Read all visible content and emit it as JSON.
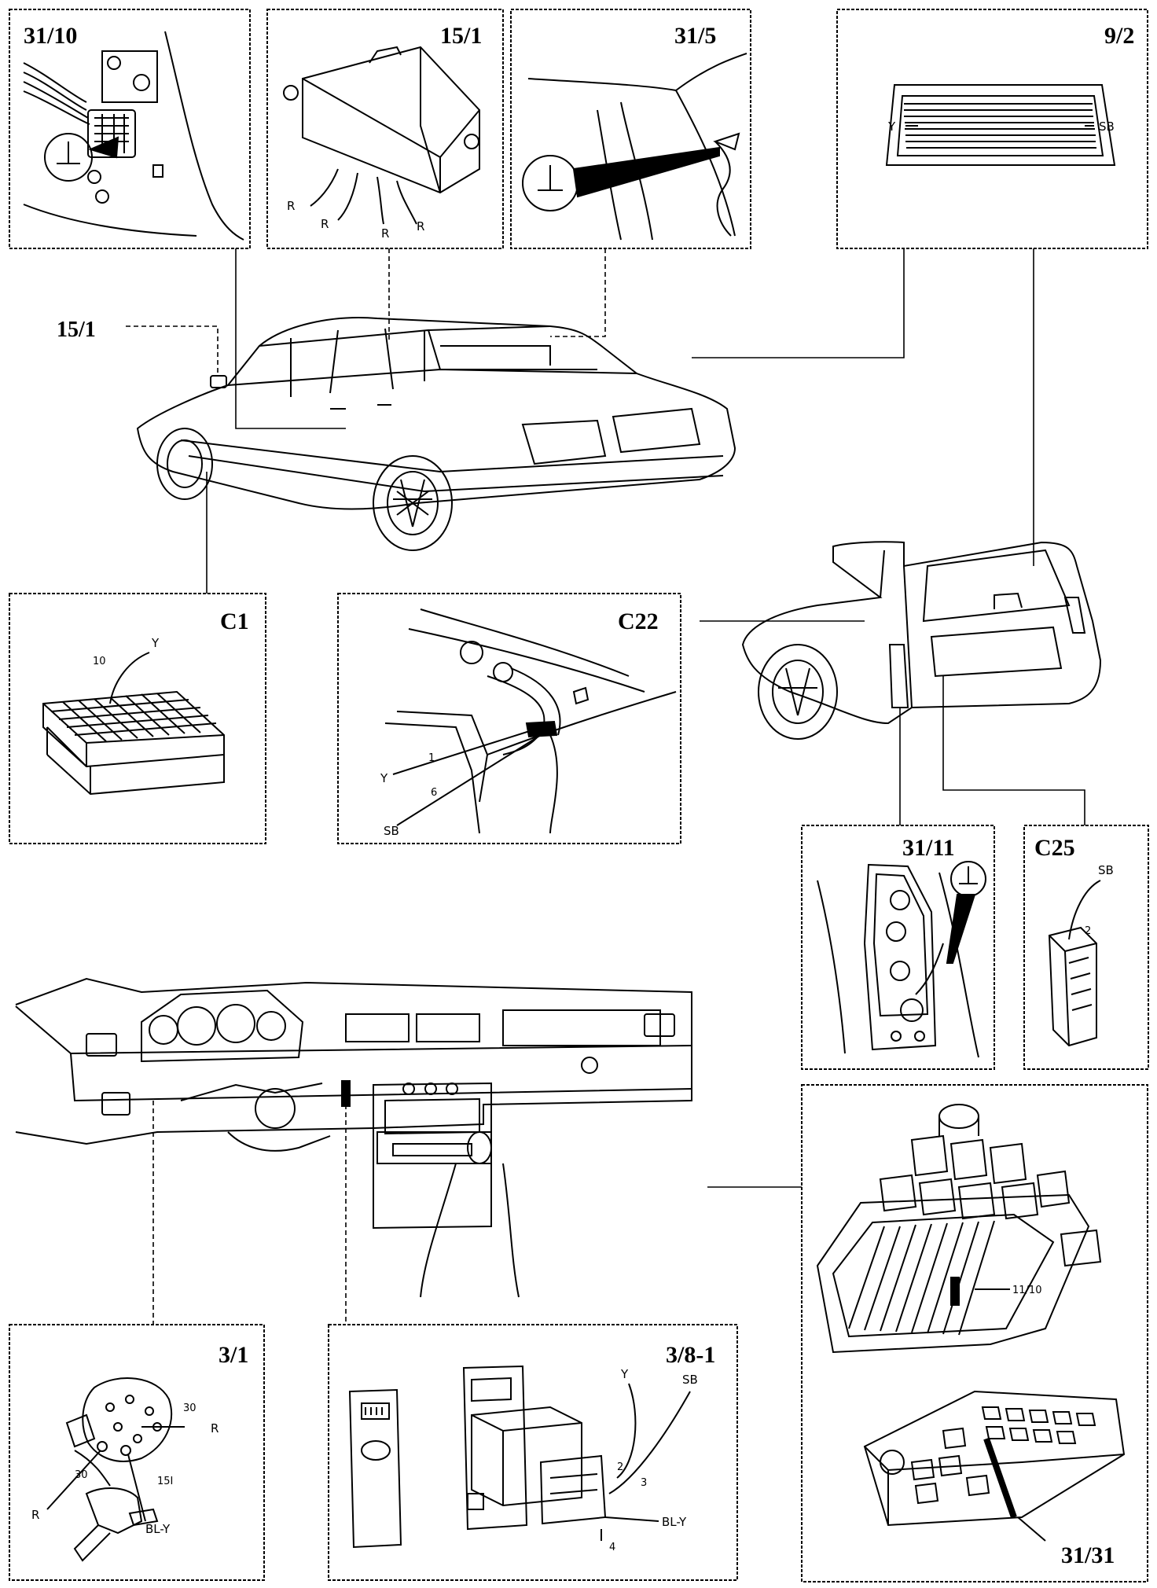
{
  "colors": {
    "ink": "#000000",
    "paper": "#ffffff",
    "line": "#1a1a1a"
  },
  "components": {
    "p31_10": {
      "title": "31/10",
      "icon": "ground-symbol"
    },
    "p15_1": {
      "title": "15/1",
      "wires": [
        "R",
        "R",
        "R",
        "R"
      ]
    },
    "p31_5": {
      "title": "31/5",
      "icon": "ground-symbol"
    },
    "p9_2": {
      "title": "9/2",
      "wire_left": "Y",
      "wire_right": "SB"
    },
    "pC1": {
      "title": "C1",
      "wire": "Y",
      "pin": "10"
    },
    "pC22": {
      "title": "C22",
      "wire_y": "Y",
      "wire_sb": "SB",
      "pin_1": "1",
      "pin_6": "6"
    },
    "p31_11": {
      "title": "31/11",
      "icon": "ground-symbol"
    },
    "pC25": {
      "title": "C25",
      "wire": "SB",
      "pin": "2"
    },
    "p3_1": {
      "title": "3/1",
      "pin_30_right": "30",
      "wire_right": "R",
      "pin_30_left": "30",
      "wire_left": "R",
      "pin_15i": "15I",
      "wire_15i": "BL-Y"
    },
    "p3_8_1": {
      "title": "3/8-1",
      "wire_y": "Y",
      "wire_sb": "SB",
      "pin_2": "2",
      "pin_3": "3",
      "pin_4": "4",
      "wire_bly": "BL-Y"
    },
    "p31_31": {
      "title": "31/31",
      "callout": "11/10"
    }
  },
  "vehicle_label": "15/1"
}
